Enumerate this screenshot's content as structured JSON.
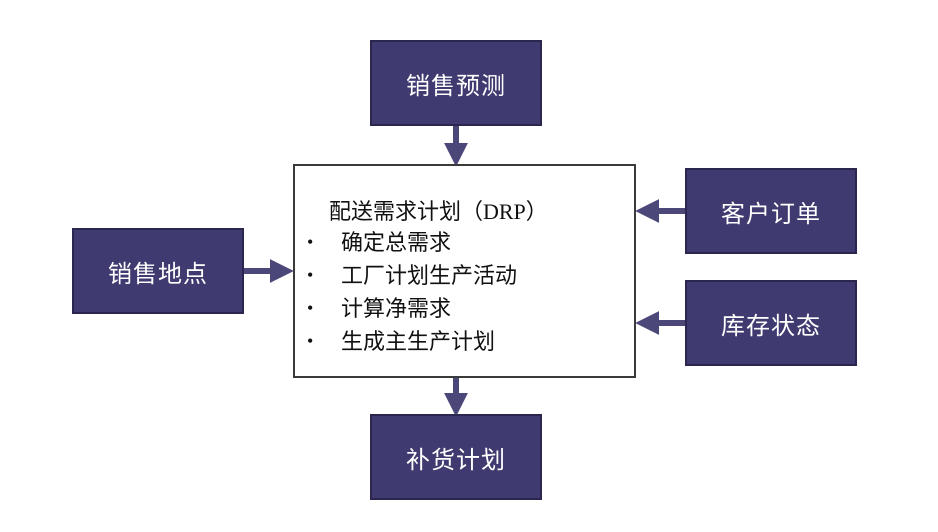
{
  "nodes": {
    "top": "销售预测",
    "left": "销售地点",
    "right1": "客户订单",
    "right2": "库存状态",
    "bottom": "补货计划"
  },
  "center": {
    "title": "配送需求计划（DRP）",
    "bullets": [
      "确定总需求",
      "工厂计划生产活动",
      "计算净需求",
      "生成主生产计划"
    ],
    "bullet_glyph": "•"
  },
  "colors": {
    "node_fill": "#3f3a6f",
    "arrow": "#4b4778"
  }
}
